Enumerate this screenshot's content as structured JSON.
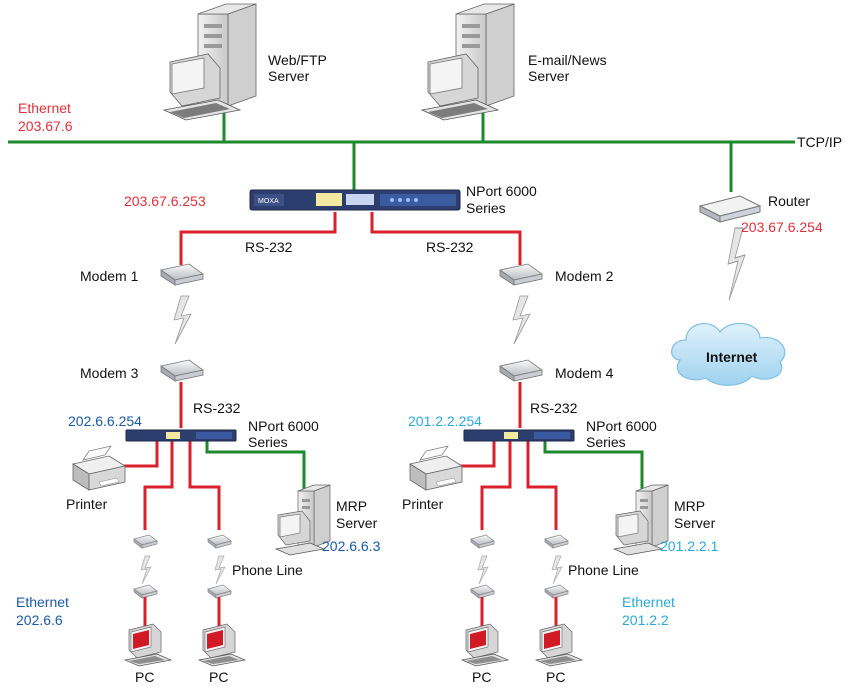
{
  "colors": {
    "ethernet_line": "#1e8a2e",
    "serial_line": "#d9202c",
    "red_text": "#e0303c",
    "blue_text": "#1a5aa8",
    "cyan_text": "#2aa8dc",
    "cloud_fill": "#bfe3f6"
  },
  "top": {
    "ethernet_label": "Ethernet",
    "ethernet_net": "203.67.6",
    "tcpip": "TCP/IP",
    "web_server": [
      "Web/FTP",
      "Server"
    ],
    "mail_server": [
      "E-mail/News",
      "Server"
    ],
    "nport_ip": "203.67.6.253",
    "nport_label": [
      "NPort 6000",
      "Series"
    ],
    "router_label": "Router",
    "router_ip": "203.67.6.254",
    "internet": "Internet"
  },
  "left_branch": {
    "rs232_top": "RS-232",
    "modem_a": "Modem 1",
    "modem_b": "Modem 3",
    "rs232_mid": "RS-232",
    "nport_ip": "202.6.6.254",
    "nport_label": [
      "NPort 6000",
      "Series"
    ],
    "printer": "Printer",
    "mrp_server": [
      "MRP",
      "Server"
    ],
    "mrp_ip": "202.6.6.3",
    "ethernet_label": "Ethernet",
    "ethernet_net": "202.6.6",
    "pc_a": "PC",
    "pc_b": "PC"
  },
  "right_branch": {
    "rs232_top": "RS-232",
    "modem_a": "Modem 2",
    "modem_b": "Modem 4",
    "rs232_mid": "RS-232",
    "nport_ip": "201.2.2.254",
    "nport_label": [
      "NPort 6000",
      "Series"
    ],
    "printer": "Printer",
    "phone_line": "Phone Line",
    "mrp_server": [
      "MRP",
      "Server"
    ],
    "mrp_ip": "201.2.2.1",
    "ethernet_label": "Ethernet",
    "ethernet_net": "201.2.2",
    "pc_a": "PC",
    "pc_b": "PC"
  },
  "shared": {
    "phone_line": "Phone Line"
  },
  "nport_logo": "MOXA"
}
